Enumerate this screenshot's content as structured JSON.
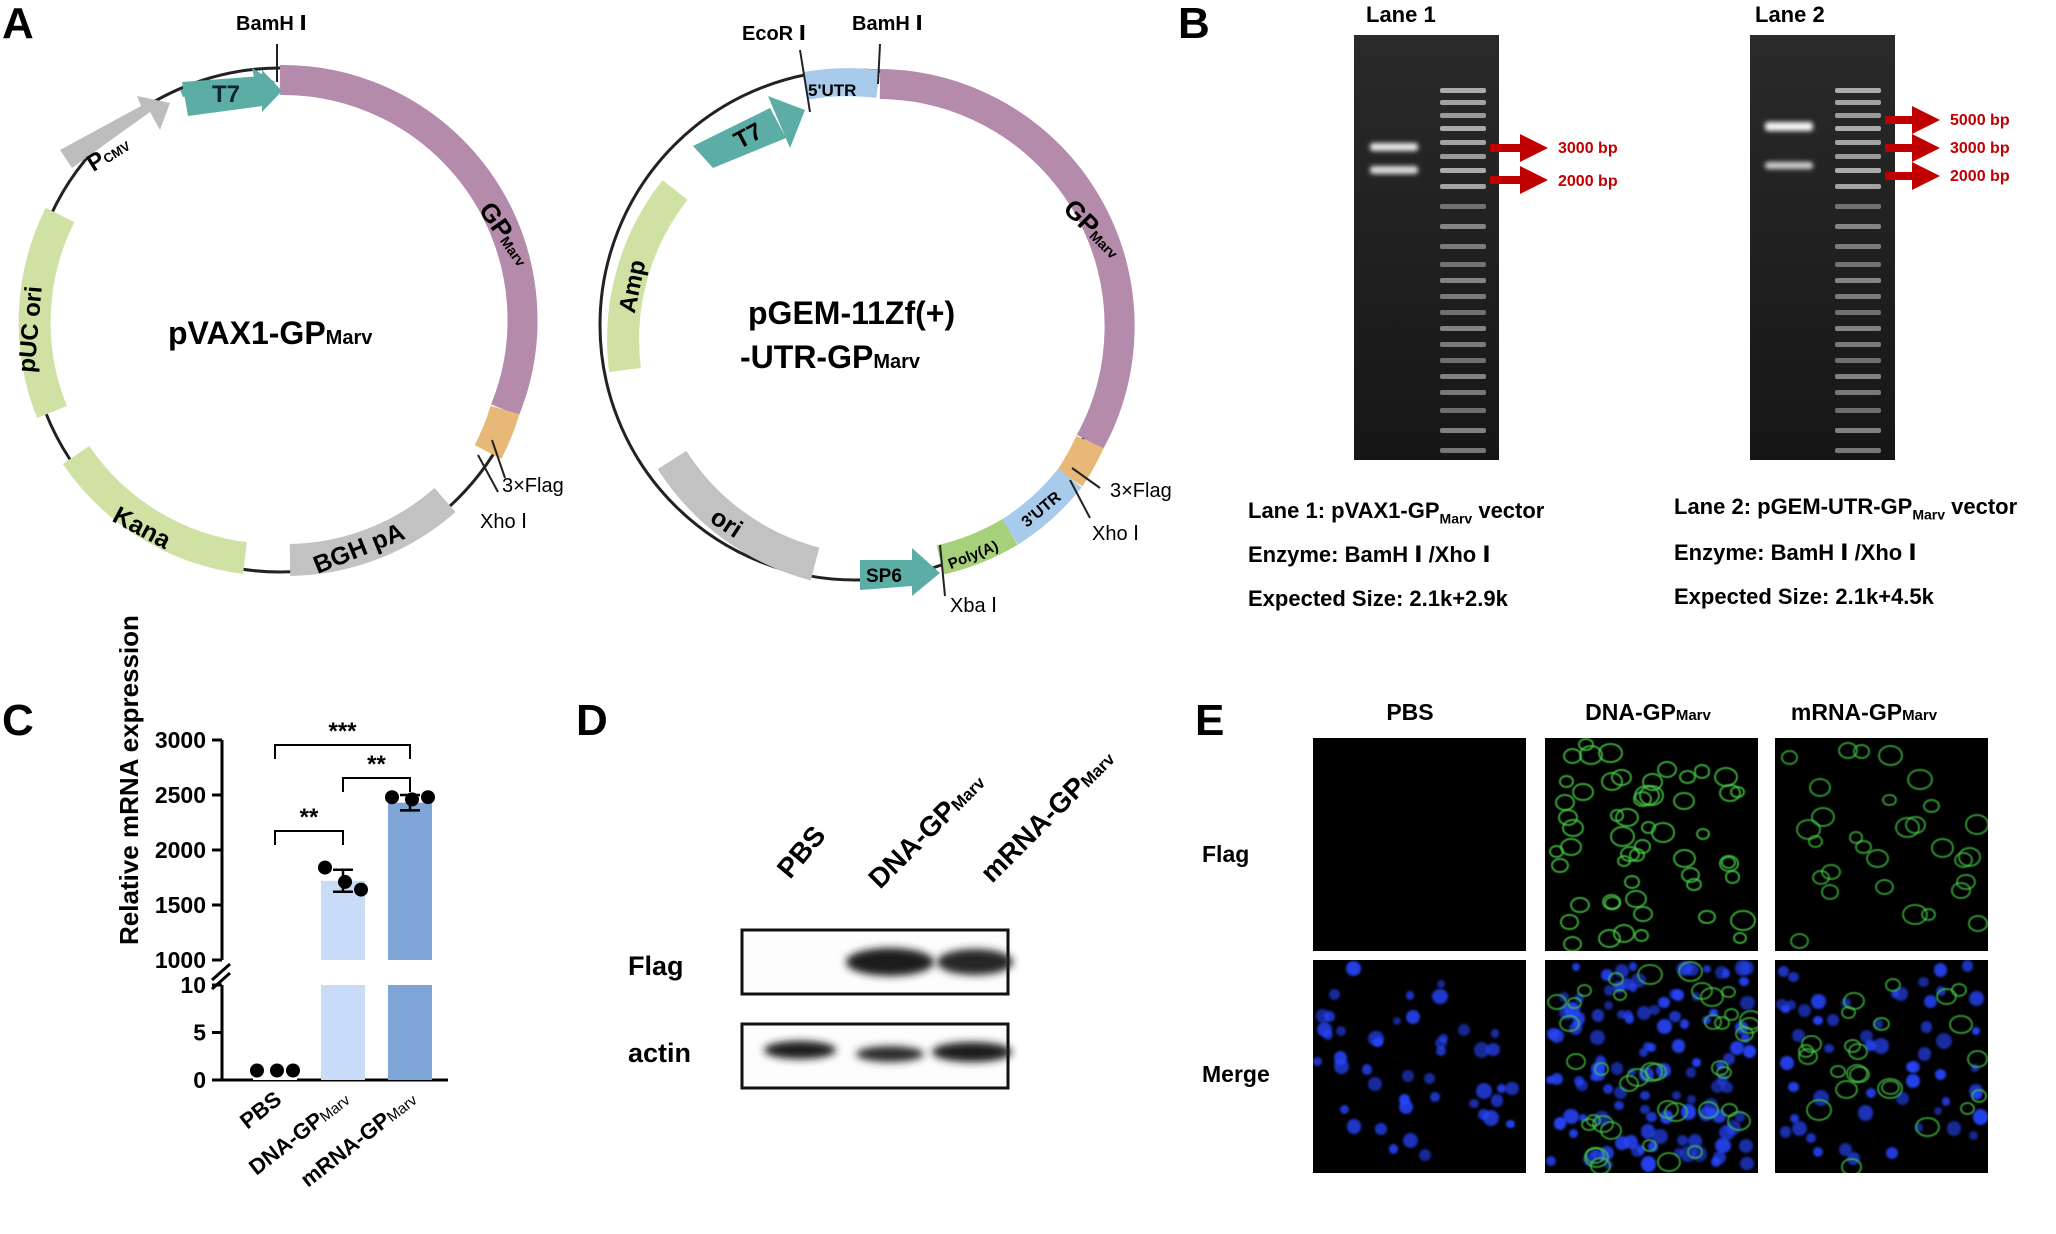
{
  "panels": {
    "A": "A",
    "B": "B",
    "C": "C",
    "D": "D",
    "E": "E"
  },
  "plasmid1": {
    "name_main": "pVAX1-GP",
    "name_sub": "Marv",
    "site_top": "BamH Ⅰ",
    "site_xho": "Xho Ⅰ",
    "flag": "3×Flag",
    "features": {
      "t7": "T7",
      "pcmv_main": "P",
      "pcmv_sub": "CMV",
      "puc": "pUC ori",
      "kana": "Kana",
      "bgh": "BGH pA",
      "gp_main": "GP",
      "gp_sub": "Marv"
    }
  },
  "plasmid2": {
    "name_line1": "pGEM-11Zf(+)",
    "name_line2_main": "-UTR-GP",
    "name_line2_sub": "Marv",
    "site_ecor": "EcoR Ⅰ",
    "site_bamh": "BamH Ⅰ",
    "site_xho": "Xho Ⅰ",
    "site_xba": "Xba Ⅰ",
    "flag": "3×Flag",
    "features": {
      "utr5": "5'UTR",
      "t7": "T7",
      "amp": "Amp",
      "gp_main": "GP",
      "gp_sub": "Marv",
      "ori": "ori",
      "sp6": "SP6",
      "polya": "Poly(A)",
      "utr3": "3'UTR"
    }
  },
  "gel": {
    "lane1_title": "Lane 1",
    "lane2_title": "Lane 2",
    "lane1_markers": [
      "3000 bp",
      "2000 bp"
    ],
    "lane2_markers": [
      "5000 bp",
      "3000 bp",
      "2000 bp"
    ],
    "lane1_info": {
      "l1a": "Lane 1: pVAX1-GP",
      "l1sub": "Marv",
      "l1b": " vector",
      "l2": "Enzyme: BamH Ⅰ /Xho Ⅰ",
      "l3": "Expected Size: 2.1k+2.9k"
    },
    "lane2_info": {
      "l1a": "Lane 2: pGEM-UTR-GP",
      "l1sub": "Marv",
      "l1b": " vector",
      "l2": "Enzyme: BamH Ⅰ /Xho Ⅰ",
      "l3": "Expected Size: 2.1k+4.5k"
    },
    "colors": {
      "arrow": "#c00000",
      "marker_text": "#c00000"
    }
  },
  "chart_data": {
    "type": "bar",
    "ylabel": "Relative mRNA expression",
    "broken_axis": true,
    "lower_range": [
      0,
      10
    ],
    "upper_range": [
      1000,
      3000
    ],
    "lower_ticks": [
      0,
      5,
      10
    ],
    "upper_ticks": [
      1000,
      1500,
      2000,
      2500,
      3000
    ],
    "categories": [
      {
        "main": "PBS",
        "sub": ""
      },
      {
        "main": "DNA-GP",
        "sub": "Marv"
      },
      {
        "main": "mRNA-GP",
        "sub": "Marv"
      }
    ],
    "values": [
      1,
      1720,
      2430
    ],
    "errors": [
      0,
      100,
      70
    ],
    "points": [
      [
        1,
        1,
        1
      ],
      [
        1840,
        1710,
        1640
      ],
      [
        2480,
        2460,
        2480
      ]
    ],
    "bar_colors": [
      "#ffffff",
      "#c9dcf7",
      "#7ea5d6"
    ],
    "significance": [
      {
        "from": 0,
        "to": 1,
        "label": "**"
      },
      {
        "from": 1,
        "to": 2,
        "label": "**"
      },
      {
        "from": 0,
        "to": 2,
        "label": "***"
      }
    ]
  },
  "western": {
    "columns": [
      {
        "main": "PBS",
        "sub": ""
      },
      {
        "main": "DNA-GP",
        "sub": "Marv"
      },
      {
        "main": "mRNA-GP",
        "sub": "Marv"
      }
    ],
    "rows": [
      "Flag",
      "actin"
    ]
  },
  "fluorescence": {
    "columns": [
      {
        "main": "PBS",
        "sub": ""
      },
      {
        "main": "DNA-GP",
        "sub": "Marv"
      },
      {
        "main": "mRNA-GP",
        "sub": "Marv"
      }
    ],
    "rows": [
      "Flag",
      "Merge"
    ]
  }
}
